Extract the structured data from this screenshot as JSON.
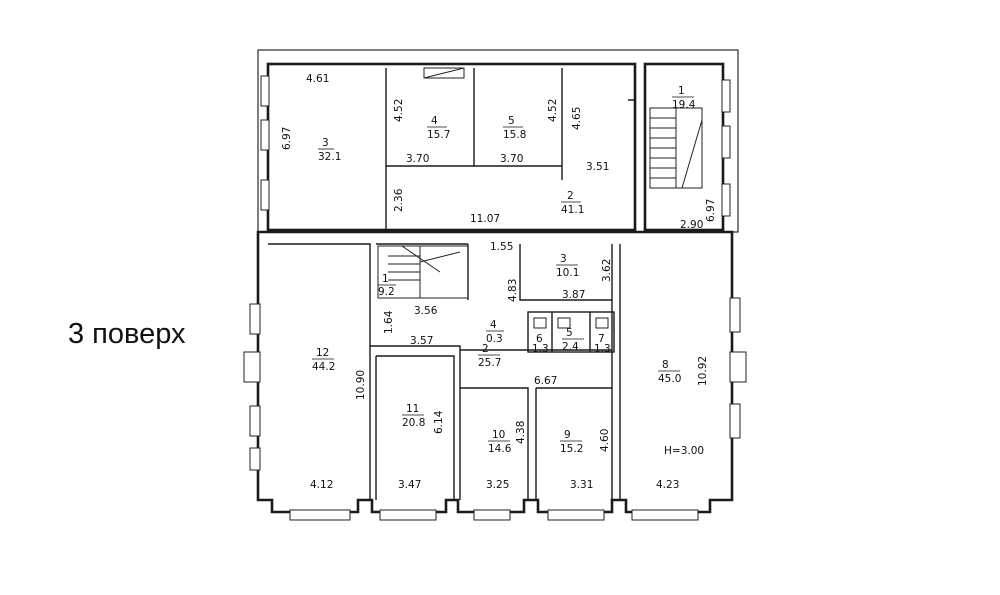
{
  "floor_label": "3 поверх",
  "height_label": "H=3.00",
  "upper_block": {
    "rooms": [
      {
        "num": "3",
        "area": "32.1"
      },
      {
        "num": "4",
        "area": "15.7"
      },
      {
        "num": "5",
        "area": "15.8"
      },
      {
        "num": "2",
        "area": "41.1"
      },
      {
        "num": "1",
        "area": "19.4"
      }
    ],
    "dimensions": [
      "4.61",
      "6.97",
      "4.52",
      "3.70",
      "4.52",
      "4.65",
      "3.70",
      "3.51",
      "2.36",
      "11.07",
      "6.97",
      "2.90"
    ]
  },
  "lower_block": {
    "rooms": [
      {
        "num": "1",
        "area": "9.2"
      },
      {
        "num": "3",
        "area": "10.1"
      },
      {
        "num": "4",
        "area": "0.3"
      },
      {
        "num": "5",
        "area": "2.4"
      },
      {
        "num": "6",
        "area": "1.3"
      },
      {
        "num": "7",
        "area": "1.3"
      },
      {
        "num": "2",
        "area": "25.7"
      },
      {
        "num": "12",
        "area": "44.2"
      },
      {
        "num": "8",
        "area": "45.0"
      },
      {
        "num": "11",
        "area": "20.8"
      },
      {
        "num": "10",
        "area": "14.6"
      },
      {
        "num": "9",
        "area": "15.2"
      }
    ],
    "dimensions": [
      "1.55",
      "3.62",
      "3.87",
      "4.83",
      "3.56",
      "1.64",
      "3.57",
      "6.67",
      "10.90",
      "10.92",
      "6.14",
      "4.38",
      "4.60",
      "4.12",
      "3.47",
      "3.25",
      "3.31",
      "4.23"
    ]
  }
}
